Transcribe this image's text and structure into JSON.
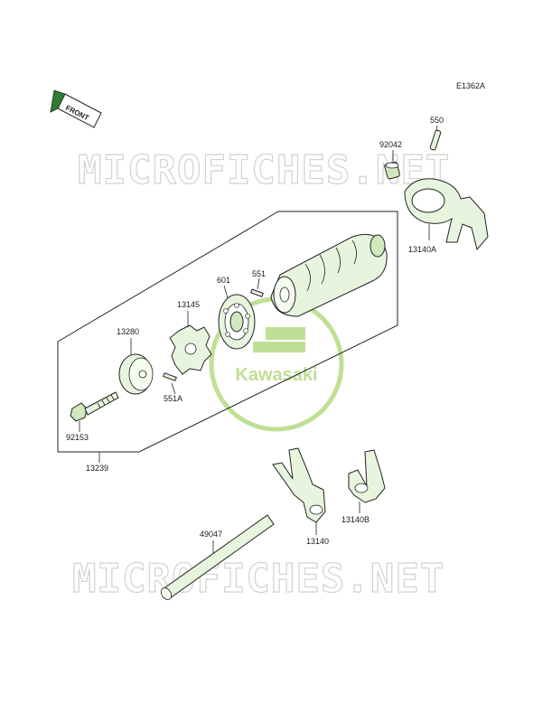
{
  "diagram_code": "E1362A",
  "front_label": "FRONT",
  "watermark_text": "MICROFICHES.NET",
  "logo_text": "Kawasaki",
  "parts": {
    "p550": "550",
    "p92042": "92042",
    "p13140A": "13140A",
    "p551": "551",
    "p601": "601",
    "p13145": "13145",
    "p13280": "13280",
    "p551A": "551A",
    "p92153": "92153",
    "p13239": "13239",
    "p49047": "49047",
    "p13140": "13140",
    "p13140B": "13140B"
  },
  "colors": {
    "part_fill": "#e8f5de",
    "logo_green": "#8cc63f",
    "watermark": "#d2d2d2"
  }
}
